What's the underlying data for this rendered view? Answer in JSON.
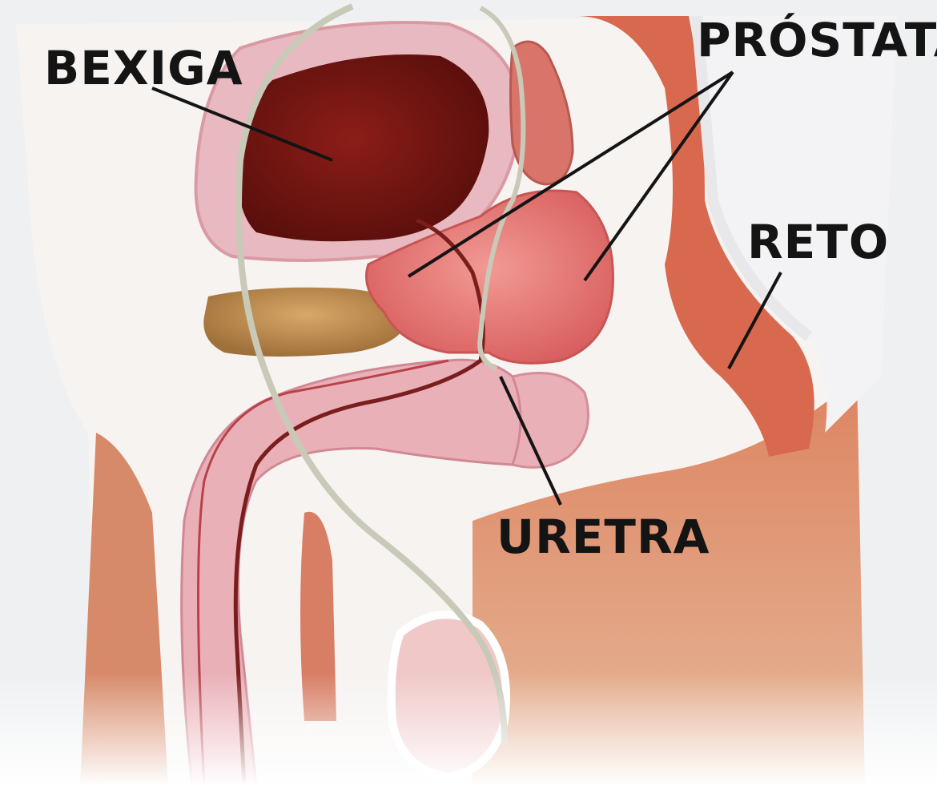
{
  "labels": {
    "bladder": "BEXIGA",
    "prostate": "PRÓSTATA",
    "rectum": "RETO",
    "urethra": "URETRA"
  },
  "colors": {
    "background": "#f2f3f4",
    "bladder_dark": "#6e1512",
    "bladder_wall": "#e8b9c0",
    "prostate": "#e77a78",
    "skin": "#d98e6a",
    "catheter": "#d8d8c8",
    "label_text": "#141414"
  }
}
